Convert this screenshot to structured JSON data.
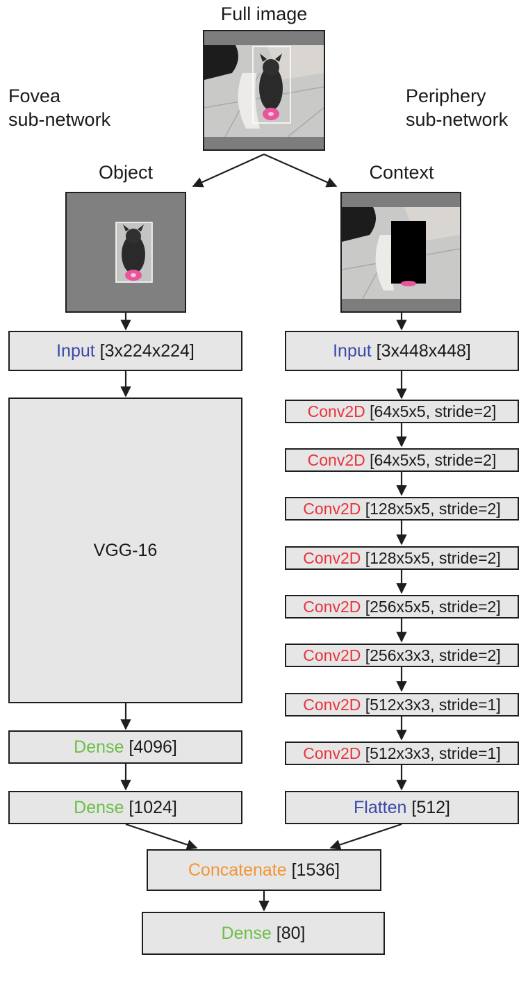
{
  "headings": {
    "full_image": "Full image",
    "fovea": "Fovea\nsub-network",
    "periphery": "Periphery\nsub-network",
    "object": "Object",
    "context": "Context"
  },
  "fovea": {
    "input": {
      "kind": "Input",
      "spec": " [3x224x224]"
    },
    "vgg": "VGG-16",
    "dense1": {
      "kind": "Dense",
      "spec": " [4096]"
    },
    "dense2": {
      "kind": "Dense",
      "spec": " [1024]"
    }
  },
  "periphery": {
    "input": {
      "kind": "Input",
      "spec": " [3x448x448]"
    },
    "convs": [
      {
        "kind": "Conv2D",
        "spec": " [64x5x5, stride=2]"
      },
      {
        "kind": "Conv2D",
        "spec": " [64x5x5, stride=2]"
      },
      {
        "kind": "Conv2D",
        "spec": " [128x5x5, stride=2]"
      },
      {
        "kind": "Conv2D",
        "spec": " [128x5x5, stride=2]"
      },
      {
        "kind": "Conv2D",
        "spec": " [256x5x5, stride=2]"
      },
      {
        "kind": "Conv2D",
        "spec": " [256x3x3, stride=2]"
      },
      {
        "kind": "Conv2D",
        "spec": " [512x3x3, stride=1]"
      },
      {
        "kind": "Conv2D",
        "spec": " [512x3x3, stride=1]"
      }
    ],
    "flatten": {
      "kind": "Flatten",
      "spec": " [512]"
    }
  },
  "merge": {
    "concat": {
      "kind": "Concatenate",
      "spec": " [1536]"
    },
    "dense": {
      "kind": "Dense",
      "spec": " [80]"
    }
  },
  "colors": {
    "input_flatten": "#3a49a8",
    "conv": "#e8333a",
    "dense": "#6cbf45",
    "concatenate": "#f29533",
    "box_fill": "#e6e6e7"
  }
}
